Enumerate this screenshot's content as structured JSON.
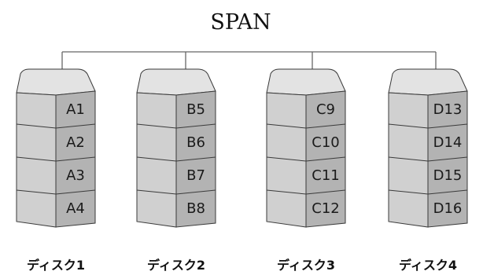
{
  "title": "SPAN",
  "disks": [
    {
      "name": "ディスク1",
      "blocks": [
        "A1",
        "A2",
        "A3",
        "A4"
      ]
    },
    {
      "name": "ディスク2",
      "blocks": [
        "B5",
        "B6",
        "B7",
        "B8"
      ]
    },
    {
      "name": "ディスク3",
      "blocks": [
        "C9",
        "C10",
        "C11",
        "C12"
      ]
    },
    {
      "name": "ディスク4",
      "blocks": [
        "D13",
        "D14",
        "D15",
        "D16"
      ]
    }
  ],
  "colors": {
    "top_face": "#e3e3e3",
    "front_face": "#d0d0d0",
    "side_face": "#b3b3b3",
    "stroke": "#3a3a3a",
    "connector": "#666666"
  }
}
